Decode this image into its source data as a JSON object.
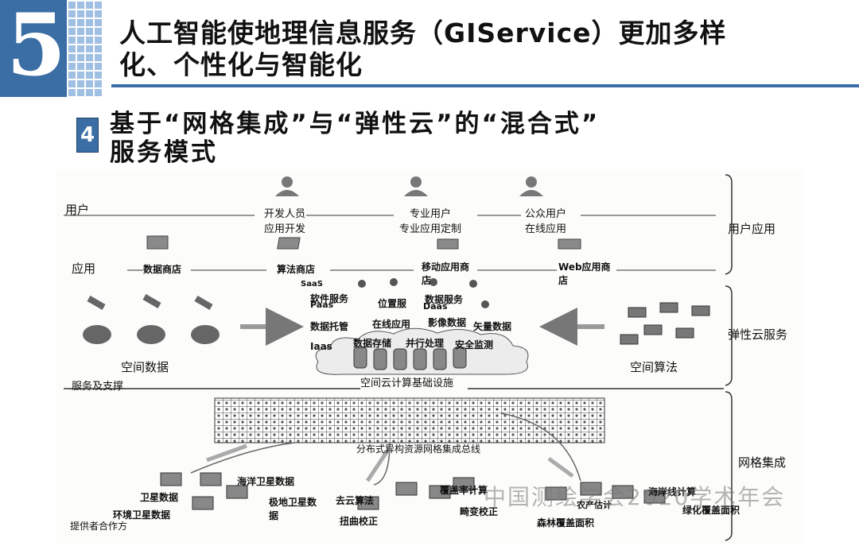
{
  "header": {
    "section_number": "5",
    "title_line1": "人工智能使地理信息服务（GIService）更加多样",
    "title_line2": "化、个性化与智能化"
  },
  "subheader": {
    "number": "4",
    "line1": "基于“网格集成”与“弹性云”的“混合式”",
    "line2": "服务模式"
  },
  "diagram": {
    "layers": {
      "user": "用户",
      "app": "应用",
      "support": "服务及支撑",
      "provider": "提供者合作方"
    },
    "side_labels": {
      "user_app": "用户应用",
      "elastic_cloud": "弹性云服务",
      "grid": "网格集成"
    },
    "users": [
      {
        "line1": "开发人员",
        "line2": "应用开发"
      },
      {
        "line1": "专业用户",
        "line2": "专业应用定制"
      },
      {
        "line1": "公众用户",
        "line2": "在线应用"
      }
    ],
    "apps": [
      "数据商店",
      "算法商店",
      "移动应用商店",
      "Web应用商店"
    ],
    "cloud": {
      "saas": "SaaS",
      "paas": "Paas",
      "daas": "Daas",
      "iaas": "Iaas",
      "software_service": "软件服务",
      "location_service": "位置服",
      "data_service": "数据服务",
      "data_hosting": "数据托管",
      "online_app": "在线应用",
      "imagery_data": "影像数据",
      "vector_data": "矢量数据",
      "data_storage": "数据存储",
      "parallel_processing": "并行处理",
      "security_monitor": "安全监测",
      "infrastructure": "空间云计算基础设施",
      "spatial_data": "空间数据",
      "spatial_algorithm": "空间算法"
    },
    "grid_bus": "分布式异构资源网格集成总线",
    "providers": {
      "satellite_data": "卫星数据",
      "env_satellite_data": "环境卫星数据",
      "ocean_satellite_data": "海洋卫星数据",
      "polar_satellite_data": "极地卫星数据",
      "cloud_removal": "去云算法",
      "distortion_correction": "扭曲校正",
      "coverage_calc": "覆盖率计算",
      "aberration_correction": "畸变校正",
      "agri_estimate": "农产估计",
      "forest_coverage": "森林覆盖面积",
      "coast_calc": "海岸线计算",
      "green_coverage": "绿化覆盖面积"
    }
  },
  "watermark": "中国测绘学会2020学术年会"
}
